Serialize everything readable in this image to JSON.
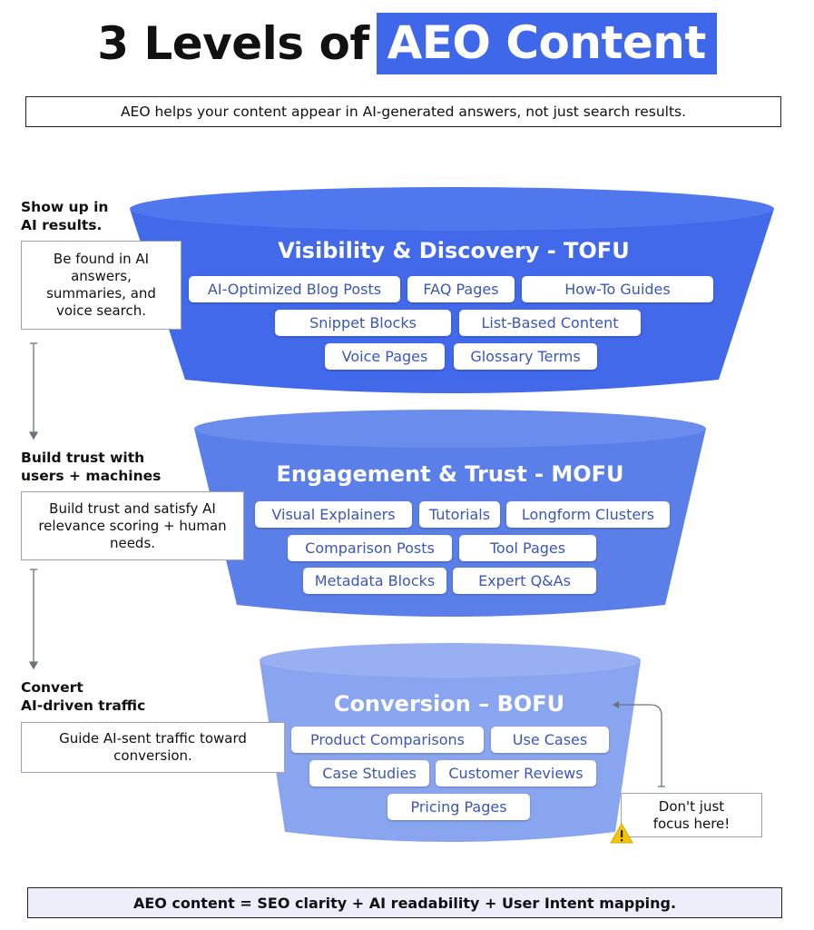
{
  "title": {
    "prefix": "3 Levels of",
    "highlight": "AEO Content"
  },
  "subtitle": "AEO helps your content appear in AI-generated answers, not just search results.",
  "levels": [
    {
      "heading": "Visibility & Discovery - TOFU",
      "side_heading": "Show up in\nAI results.",
      "side_text": "Be found in AI answers, summaries, and voice search.",
      "tags": [
        "AI-Optimized Blog Posts",
        "FAQ Pages",
        "How-To Guides",
        "Snippet Blocks",
        "List-Based Content",
        "Voice Pages",
        "Glossary Terms"
      ]
    },
    {
      "heading": "Engagement & Trust - MOFU",
      "side_heading": "Build trust with\nusers + machines",
      "side_text": "Build trust and satisfy AI relevance scoring + human needs.",
      "tags": [
        "Visual Explainers",
        "Tutorials",
        "Longform Clusters",
        "Comparison Posts",
        "Tool Pages",
        "Metadata Blocks",
        "Expert Q&As"
      ]
    },
    {
      "heading": "Conversion – BOFU",
      "side_heading": "Convert\nAI-driven traffic",
      "side_text": "Guide AI-sent traffic toward conversion.",
      "tags": [
        "Product Comparisons",
        "Use Cases",
        "Case Studies",
        "Customer Reviews",
        "Pricing Pages"
      ]
    }
  ],
  "note": "Don't just focus here!",
  "footer": "AEO content = SEO clarity + AI readability + User Intent mapping.",
  "colors": {
    "tofu": "#4169ea",
    "mofu": "#5a7fe8",
    "bofu": "#8aa5ef",
    "accent": "#3f67ea",
    "warning": "#f5c400"
  },
  "icons": [
    "warning-icon",
    "arrow-icon"
  ]
}
